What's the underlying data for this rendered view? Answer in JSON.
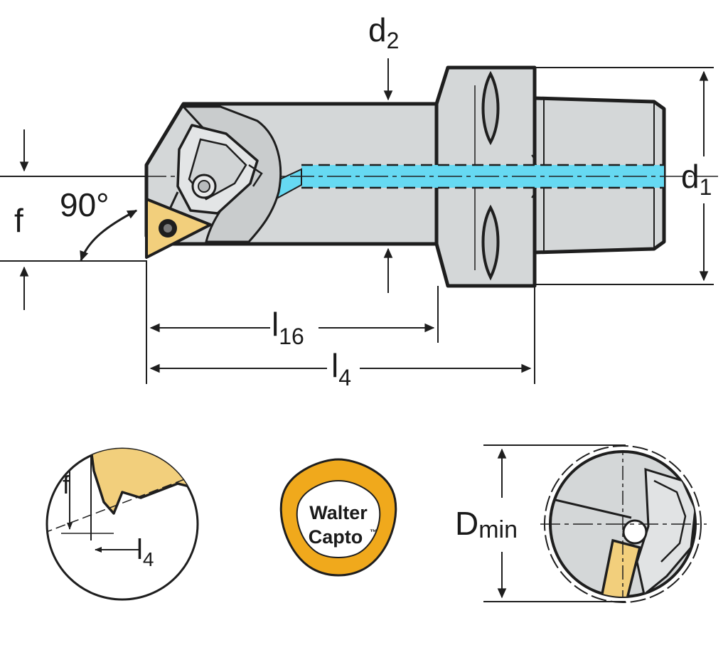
{
  "colors": {
    "body": "#d4d7d8",
    "outline": "#1e1e1e",
    "coolant": "#66d9f2",
    "insert": "#f2cf7c",
    "logo_ring": "#f0a91c"
  },
  "labels": {
    "d2": {
      "main": "d",
      "sub": "2"
    },
    "d1": {
      "main": "d",
      "sub": "1"
    },
    "f": "f",
    "angle": "90°",
    "l16": {
      "main": "l",
      "sub": "16"
    },
    "l4": {
      "main": "l",
      "sub": "4"
    },
    "detail_f": "f",
    "detail_l4": {
      "main": "l",
      "sub": "4"
    },
    "dmin": {
      "main": "D",
      "sub": "min"
    }
  },
  "logo": {
    "line1": "Walter",
    "line2": "Capto",
    "mark": "™"
  }
}
